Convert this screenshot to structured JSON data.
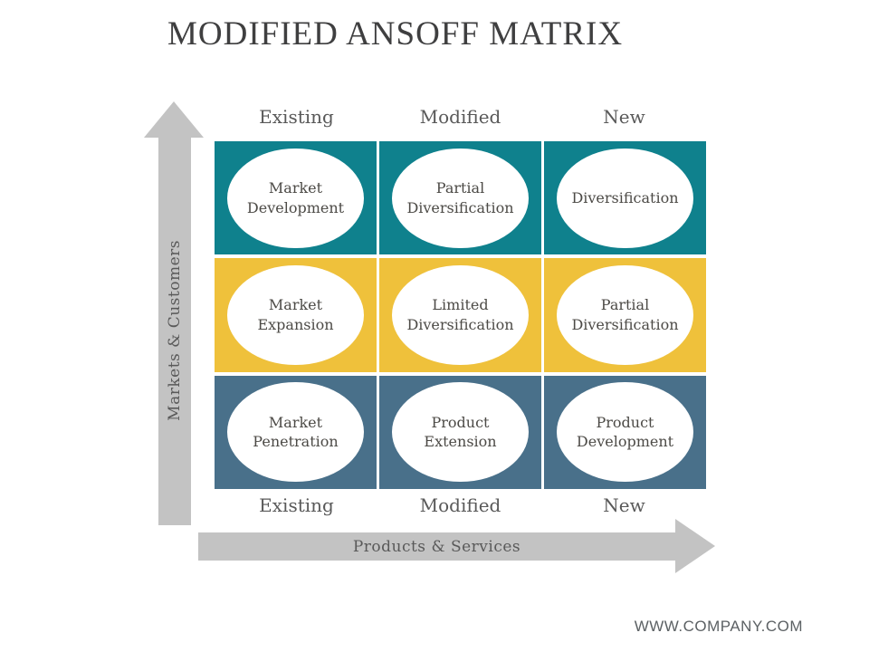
{
  "title": "MODIFIED ANSOFF MATRIX",
  "footer": "WWW.COMPANY.COM",
  "axes": {
    "y_label": "Markets & Customers",
    "x_label": "Products & Services"
  },
  "matrix": {
    "top_headers": [
      "Existing",
      "Modified",
      "New"
    ],
    "bottom_headers": [
      "Existing",
      "Modified",
      "New"
    ],
    "rows": [
      {
        "color": "#0f818d",
        "cells": [
          "Market Development",
          "Partial Diversification",
          "Diversification"
        ]
      },
      {
        "color": "#efc13b",
        "cells": [
          "Market Expansion",
          "Limited Diversification",
          "Partial Diversification"
        ]
      },
      {
        "color": "#49708a",
        "cells": [
          "Market Penetration",
          "Product Extension",
          "Product Development"
        ]
      }
    ]
  },
  "colors": {
    "arrow_gray": "#c3c3c3",
    "teal_row": "#0f818d",
    "yellow_row": "#efc13b",
    "slate_row": "#49708a",
    "title_text": "#3f3f40",
    "axis_text": "#595959",
    "cell_text": "#4c4a46"
  }
}
